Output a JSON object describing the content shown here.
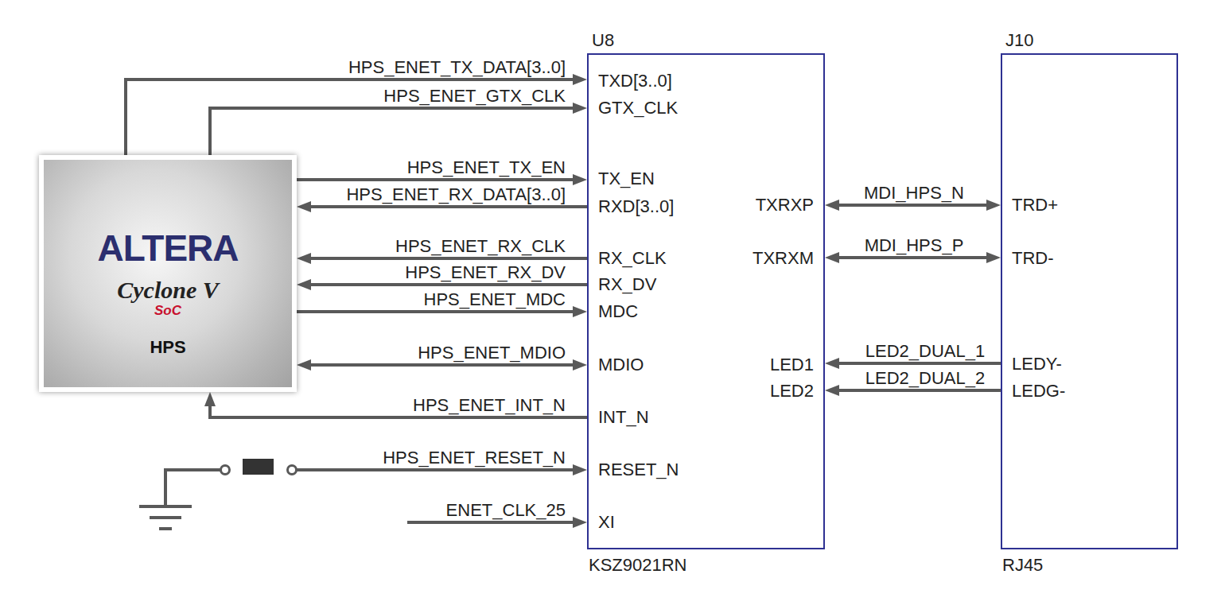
{
  "diagram": {
    "nodes": [
      {
        "text": [
          "ALTERA",
          "Cyclone V",
          "SoC",
          "HPS"
        ]
      },
      {
        "text": [
          "U8",
          "TXD[3..0]",
          "GTX_CLK",
          "TX_EN",
          "RXD[3..0]",
          "RX_CLK",
          "RX_DV",
          "MDC",
          "MDIO",
          "INT_N",
          "RESET_N",
          "XI",
          "TXRXP",
          "TXRXM",
          "LED1",
          "LED2",
          "KSZ9021RN"
        ]
      },
      {
        "text": [
          "J10",
          "TRD+",
          "TRD-",
          "LEDY-",
          "LEDG-",
          "RJ45"
        ]
      }
    ],
    "edges": [
      {
        "from": 0,
        "to": 1,
        "label": "HPS_ENET_TX_DATA[3..0]",
        "arrow": "to"
      },
      {
        "from": 0,
        "to": 1,
        "label": "HPS_ENET_GTX_CLK",
        "arrow": "to"
      },
      {
        "from": 0,
        "to": 1,
        "label": "HPS_ENET_TX_EN",
        "arrow": "to"
      },
      {
        "from": 1,
        "to": 0,
        "label": "HPS_ENET_RX_DATA[3..0]",
        "arrow": "to"
      },
      {
        "from": 1,
        "to": 0,
        "label": "HPS_ENET_RX_CLK",
        "arrow": "to"
      },
      {
        "from": 1,
        "to": 0,
        "label": "HPS_ENET_RX_DV",
        "arrow": "to"
      },
      {
        "from": 0,
        "to": 1,
        "label": "HPS_ENET_MDC",
        "arrow": "to"
      },
      {
        "from": 0,
        "to": 1,
        "label": "HPS_ENET_MDIO",
        "arrow": "both"
      },
      {
        "from": 1,
        "to": 0,
        "label": "HPS_ENET_INT_N",
        "arrow": "to"
      },
      {
        "from": 1,
        "to": 2,
        "label": "MDI_HPS_N",
        "arrow": "both"
      },
      {
        "from": 1,
        "to": 2,
        "label": "MDI_HPS_P",
        "arrow": "both"
      },
      {
        "from": 2,
        "to": 1,
        "label": "LED2_DUAL_1",
        "arrow": "to"
      },
      {
        "from": 2,
        "to": 1,
        "label": "LED2_DUAL_2",
        "arrow": "to"
      }
    ],
    "labels": [
      "HPS_ENET_RESET_N",
      "ENET_CLK_25"
    ]
  }
}
